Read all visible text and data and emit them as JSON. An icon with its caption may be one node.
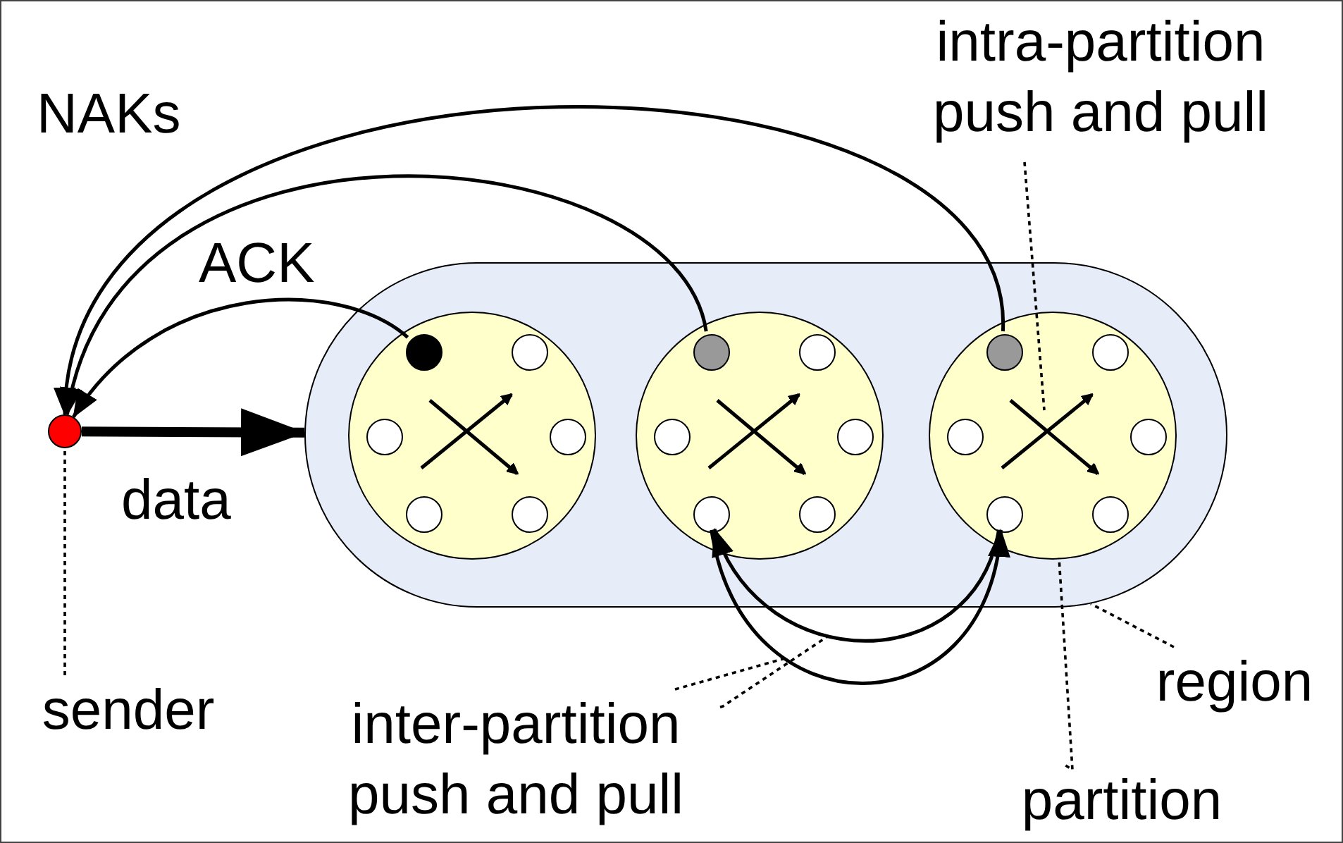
{
  "diagram": {
    "nodes": [
      {
        "text": [],
        "shape": "circle"
      },
      {
        "text": [],
        "shape": "box"
      },
      {
        "text": [],
        "shape": "circle",
        "in": 1
      },
      {
        "text": [],
        "shape": "circle",
        "in": 2
      },
      {
        "text": [],
        "shape": "circle",
        "in": 2
      },
      {
        "text": [],
        "shape": "circle",
        "in": 2
      },
      {
        "text": [],
        "shape": "circle",
        "in": 2
      },
      {
        "text": [],
        "shape": "circle",
        "in": 2
      },
      {
        "text": [],
        "shape": "circle",
        "in": 2
      },
      {
        "text": [],
        "shape": "circle",
        "in": 1
      },
      {
        "text": [],
        "shape": "circle",
        "in": 9
      },
      {
        "text": [],
        "shape": "circle",
        "in": 9
      },
      {
        "text": [],
        "shape": "circle",
        "in": 9
      },
      {
        "text": [],
        "shape": "circle",
        "in": 9
      },
      {
        "text": [],
        "shape": "circle",
        "in": 9
      },
      {
        "text": [],
        "shape": "circle",
        "in": 9
      },
      {
        "text": [],
        "shape": "circle",
        "in": 1
      },
      {
        "text": [],
        "shape": "circle",
        "in": 16
      },
      {
        "text": [],
        "shape": "circle",
        "in": 16
      },
      {
        "text": [],
        "shape": "circle",
        "in": 16
      },
      {
        "text": [],
        "shape": "circle",
        "in": 16
      },
      {
        "text": [],
        "shape": "circle",
        "in": 16
      },
      {
        "text": [],
        "shape": "circle",
        "in": 16
      },
      {
        "text": [
          "sender"
        ]
      },
      {
        "text": [
          "region"
        ]
      },
      {
        "text": [
          "partition"
        ]
      },
      {
        "text": [
          "intra-partition push and pull"
        ]
      },
      {
        "text": [
          "inter-partition push and pull"
        ]
      }
    ],
    "edges": [
      {
        "from": 0,
        "to": 1,
        "arrow": "to",
        "label": "data",
        "style": "thick"
      },
      {
        "from": 3,
        "to": 0,
        "arrow": "to",
        "label": "ACK"
      },
      {
        "from": 10,
        "to": 0,
        "arrow": "to"
      },
      {
        "from": 17,
        "to": 0,
        "arrow": "to",
        "label": "NAKs"
      },
      {
        "from": 14,
        "to": 21,
        "arrow": "to"
      },
      {
        "from": 21,
        "to": 14,
        "arrow": "to"
      },
      {
        "from": 23,
        "to": 0,
        "arrow": "none",
        "style": "dashed"
      },
      {
        "from": 24,
        "to": 1,
        "arrow": "none",
        "style": "dashed"
      },
      {
        "from": 25,
        "to": 16,
        "arrow": "none",
        "style": "dashed"
      },
      {
        "from": 26,
        "to": null,
        "arrow": "none",
        "style": "dashed"
      },
      {
        "from": 27,
        "to": null,
        "arrow": "none",
        "style": "dashed"
      },
      {
        "from": 27,
        "to": null,
        "arrow": "none",
        "style": "dashed"
      }
    ]
  }
}
